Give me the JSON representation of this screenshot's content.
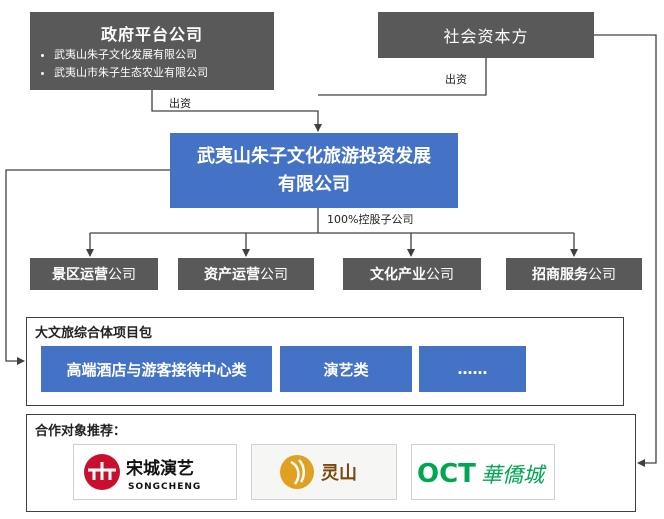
{
  "gov": {
    "title": "政府平台公司",
    "items": [
      "武夷山朱子文化发展有限公司",
      "武夷山市朱子生态农业有限公司"
    ]
  },
  "social": {
    "title": "社会资本方"
  },
  "labels": {
    "invest_left": "出资",
    "invest_right": "出资",
    "holding": "100%控股子公司"
  },
  "main": {
    "title": "武夷山朱子文化旅游投资发展有限公司"
  },
  "subs": [
    {
      "bold": "景区运营",
      "tail": "公司"
    },
    {
      "bold": "资产运营",
      "tail": "公司"
    },
    {
      "bold": "文化产业",
      "tail": "公司"
    },
    {
      "bold": "招商服务",
      "tail": "公司"
    }
  ],
  "package": {
    "title": "大文旅综合体项目包",
    "items": [
      "高端酒店与游客接待中心类",
      "演艺类",
      "……"
    ]
  },
  "recommend": {
    "title": "合作对象推荐：",
    "logos": {
      "songcheng": {
        "cn": "宋城演艺",
        "en": "SONGCHENG"
      },
      "lingshan": {
        "cn": "灵山"
      },
      "oct": {
        "en": "OCT",
        "cn": "華僑城"
      }
    }
  },
  "colors": {
    "dark": "#595959",
    "blue": "#4472c4",
    "line": "#404040"
  }
}
